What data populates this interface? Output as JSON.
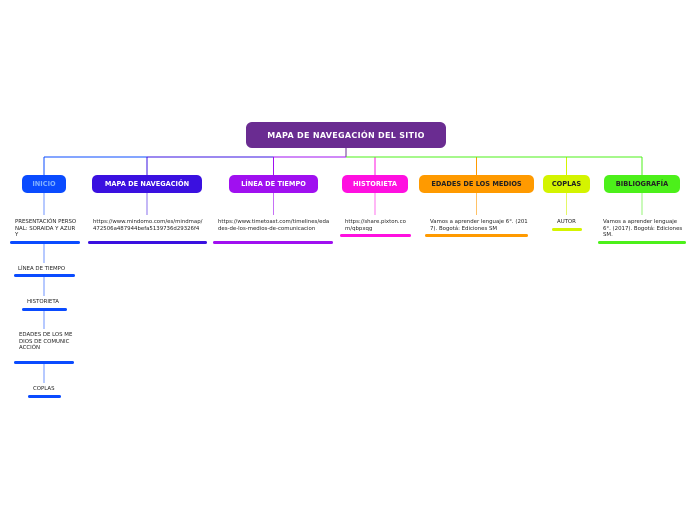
{
  "root": {
    "label": "MAPA DE NAVEGACIÓN DEL SITIO",
    "color": "#6a2c91"
  },
  "branches": [
    {
      "label": "INICIO",
      "color": "#0a4bff",
      "text_color": "#7fb0ff",
      "leaves": [
        "PRESENTACIÓN PERSONAL: SORAIDA Y AZURY",
        "LÍNEA DE TIEMPO",
        "HISTORIETA",
        "EDADES DE LOS MEDIOS DE COMUNICACCIÓN",
        "COPLAS"
      ]
    },
    {
      "label": "MAPA DE NAVEGACIÓN",
      "color": "#3a10e0",
      "text_color": "#ffffff",
      "leaves": [
        "https://www.mindomo.com/es/mindmap/472506a487944befa5139736d29326f4"
      ]
    },
    {
      "label": "LÍNEA DE TIEMPO",
      "color": "#a010f0",
      "text_color": "#ffffff",
      "leaves": [
        "https://www.timetoast.com/timelines/edades-de-los-medios-de-comunicacion"
      ]
    },
    {
      "label": "HISTORIETA",
      "color": "#ff10e0",
      "text_color": "#ffffff",
      "leaves": [
        "https://share.pixton.com/qbpxqg"
      ]
    },
    {
      "label": "EDADES DE LOS MEDIOS",
      "color": "#ff9a00",
      "text_color": "#222222",
      "leaves": [
        "Vamos a aprender lenguaje 6°. (2017). Bogotá: Ediciones SM"
      ]
    },
    {
      "label": "COPLAS",
      "color": "#d4f400",
      "text_color": "#222222",
      "leaves": [
        "AUTOR"
      ]
    },
    {
      "label": "BIBLIOGRAFÍA",
      "color": "#4cf01a",
      "text_color": "#222222",
      "leaves": [
        "Vamos a aprender lenguaje 6°. (2017). Bogotá: Ediciones SM."
      ]
    }
  ]
}
